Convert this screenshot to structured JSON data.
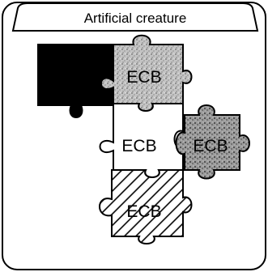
{
  "title": "Artificial creature",
  "pieces": [
    {
      "label": "",
      "style": "solid-black"
    },
    {
      "label": "ECB",
      "style": "speckled-gray"
    },
    {
      "label": "ECB",
      "style": "white"
    },
    {
      "label": "ECB",
      "style": "speckled-dark-gray"
    },
    {
      "label": "ECB",
      "style": "diagonal-hatch"
    }
  ],
  "colors": {
    "ink": "#000000",
    "paper": "#ffffff",
    "speckle_light": "#b8b8b8",
    "speckle_dark": "#8a8a8a"
  }
}
